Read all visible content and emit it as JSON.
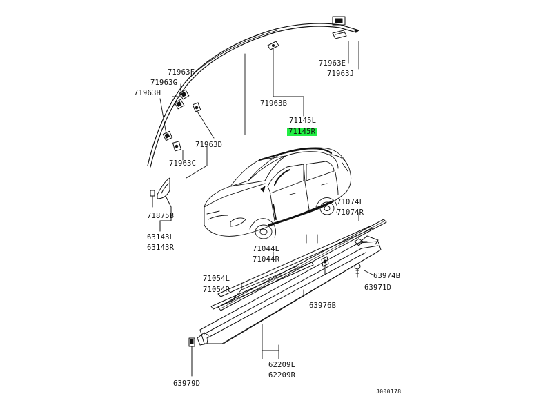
{
  "diagram_id": "J000178",
  "highlight_color": "#22ee44",
  "labels": {
    "l_71963F": "71963F",
    "l_71963G": "71963G",
    "l_71963H": "71963H",
    "l_71963D": "71963D",
    "l_71963C": "71963C",
    "l_71963B": "71963B",
    "l_71963E": "71963E",
    "l_71963J": "71963J",
    "l_71145L": "71145L",
    "l_71145R": "71145R",
    "l_71875B": "71875B",
    "l_63143L": "63143L",
    "l_63143R": "63143R",
    "l_71074L": "71074L",
    "l_71074R": "71074R",
    "l_71044L": "71044L",
    "l_71044R": "71044R",
    "l_71054L": "71054L",
    "l_71054R": "71054R",
    "l_63974B": "63974B",
    "l_63971D": "63971D",
    "l_63976B": "63976B",
    "l_62209L": "62209L",
    "l_62209R": "62209R",
    "l_63979D": "63979D"
  }
}
